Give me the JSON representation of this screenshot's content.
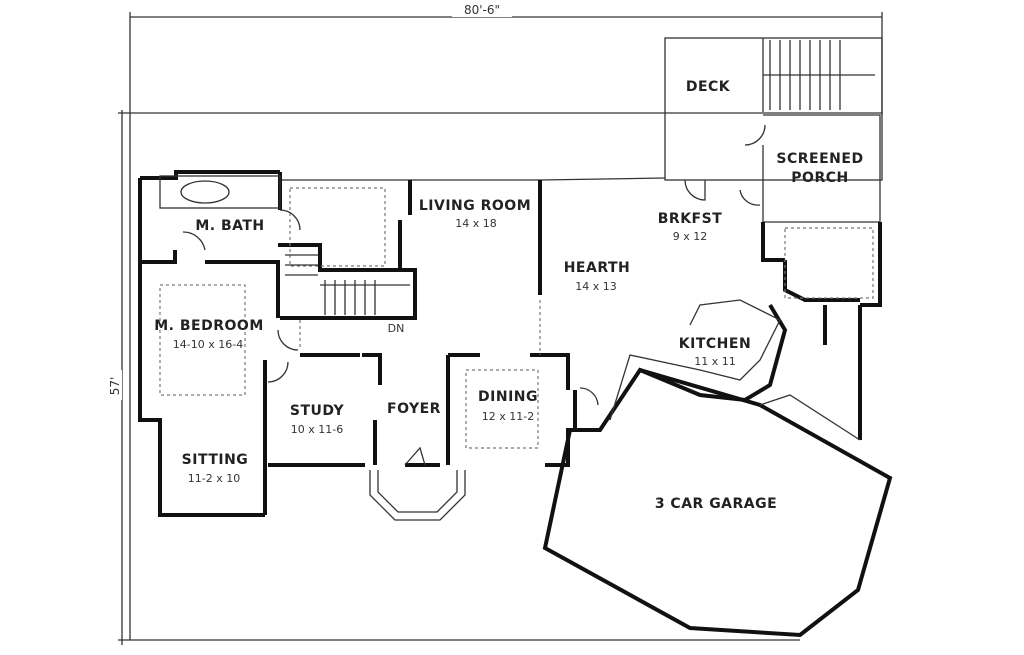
{
  "dimensions": {
    "width": "80'-6\"",
    "depth": "57'"
  },
  "rooms": [
    {
      "name": "DECK",
      "size": ""
    },
    {
      "name": "SCREENED",
      "name2": "PORCH",
      "size": ""
    },
    {
      "name": "LIVING ROOM",
      "size": "14 x 18"
    },
    {
      "name": "M. BATH",
      "size": ""
    },
    {
      "name": "BRKFST",
      "size": "9 x 12"
    },
    {
      "name": "HEARTH",
      "size": "14 x 13"
    },
    {
      "name": "M. BEDROOM",
      "size": "14-10 x 16-4"
    },
    {
      "name": "KITCHEN",
      "size": "11 x 11"
    },
    {
      "name": "STUDY",
      "size": "10 x 11-6"
    },
    {
      "name": "FOYER",
      "size": ""
    },
    {
      "name": "DINING",
      "size": "12 x 11-2"
    },
    {
      "name": "SITTING",
      "size": "11-2 x 10"
    },
    {
      "name": "3 CAR GARAGE",
      "size": ""
    }
  ],
  "stair_label": "DN"
}
